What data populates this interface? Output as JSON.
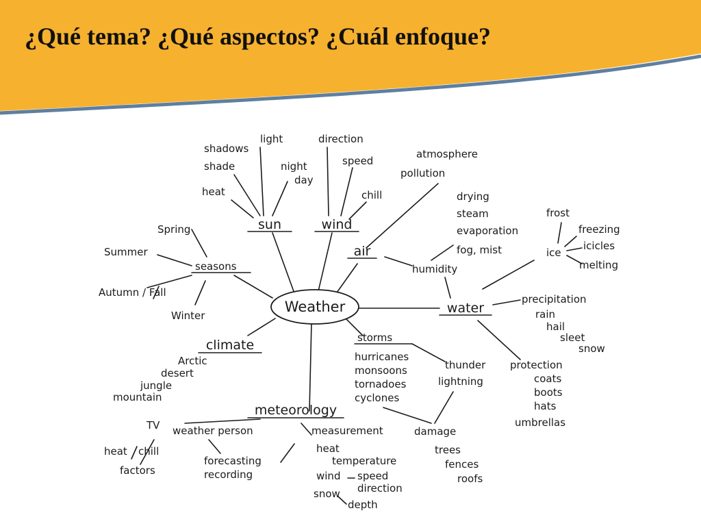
{
  "header": {
    "title": "¿Qué tema? ¿Qué aspectos? ¿Cuál enfoque?",
    "band_color": "#F6B12F",
    "stripe_color": "#5E7FA0"
  },
  "diagram": {
    "center": "Weather",
    "sun": {
      "label": "sun",
      "items": [
        "shadows",
        "shade",
        "light",
        "night",
        "day",
        "heat"
      ]
    },
    "wind": {
      "label": "wind",
      "items": [
        "direction",
        "speed",
        "chill"
      ]
    },
    "air": {
      "label": "air",
      "items": [
        "atmosphere",
        "pollution"
      ]
    },
    "humidity": {
      "label": "humidity",
      "items": [
        "drying",
        "steam",
        "evaporation",
        "fog, mist"
      ]
    },
    "ice": {
      "label": "ice",
      "items": [
        "frost",
        "freezing",
        "icicles",
        "melting"
      ]
    },
    "water": {
      "label": "water",
      "items": [
        "precipitation",
        "rain",
        "hail",
        "sleet",
        "snow"
      ]
    },
    "protection": {
      "label": "protection",
      "items": [
        "coats",
        "boots",
        "hats",
        "umbrellas"
      ]
    },
    "seasons": {
      "label": "seasons",
      "items": [
        "Spring",
        "Summer",
        "Autumn / Fall",
        "Winter"
      ]
    },
    "climate": {
      "label": "climate",
      "items": [
        "Arctic",
        "desert",
        "jungle",
        "mountain"
      ]
    },
    "storms": {
      "label": "storms",
      "items": [
        "hurricanes",
        "monsoons",
        "tornadoes",
        "cyclones"
      ]
    },
    "thunder": {
      "items": [
        "thunder",
        "lightning"
      ]
    },
    "damage": {
      "label": "damage",
      "items": [
        "trees",
        "fences",
        "roofs"
      ]
    },
    "meteorology": {
      "label": "meteorology",
      "tv": "TV",
      "weather_person": "weather person",
      "heat_chill": [
        "heat",
        "chill"
      ],
      "factors": "factors",
      "forecasting": "forecasting",
      "recording": "recording",
      "measurement": "measurement",
      "measurements": [
        "heat",
        "temperature",
        "wind",
        "speed",
        "direction",
        "snow",
        "depth"
      ]
    }
  }
}
